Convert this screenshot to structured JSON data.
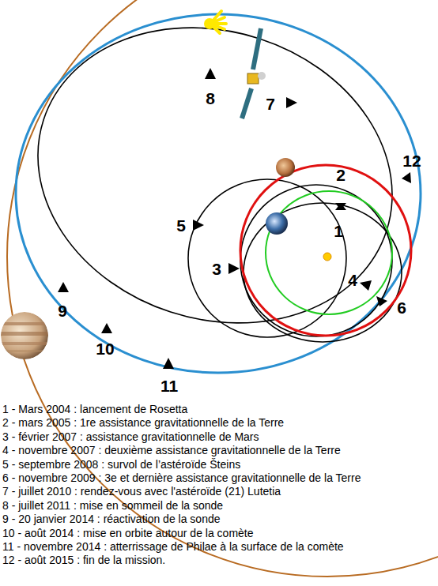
{
  "diagram": {
    "labels": [
      "8",
      "7",
      "12",
      "2",
      "1",
      "5",
      "3",
      "4",
      "6",
      "9",
      "10",
      "11",
      "1 - Mars 2004 : lancement de Rosetta",
      "2 - mars 2005 : 1re assistance gravitationnelle de la Terre",
      "3 - février 2007 : assistance gravitationnelle de Mars",
      "4 - novembre 2007 : deuxième assistance gravitationnelle de la Terre",
      "5 - septembre 2008 : survol de l’astéroïde Šteins",
      "6 - novembre 2009 : 3e et dernière assistance gravitationnelle de la Terre",
      "7 - juillet 2010 : rendez-vous avec l'astéroïde (21) Lutetia",
      "8 - juillet 2011 : mise en sommeil de la sonde",
      "9 - 20 janvier 2014 : réactivation de la sonde",
      "10 - août 2014 : mise en orbite autour de la comète",
      "11 - novembre 2014 : atterrissage de Philae à la surface de la comète",
      "12 - août 2015 : fin de la mission."
    ]
  }
}
